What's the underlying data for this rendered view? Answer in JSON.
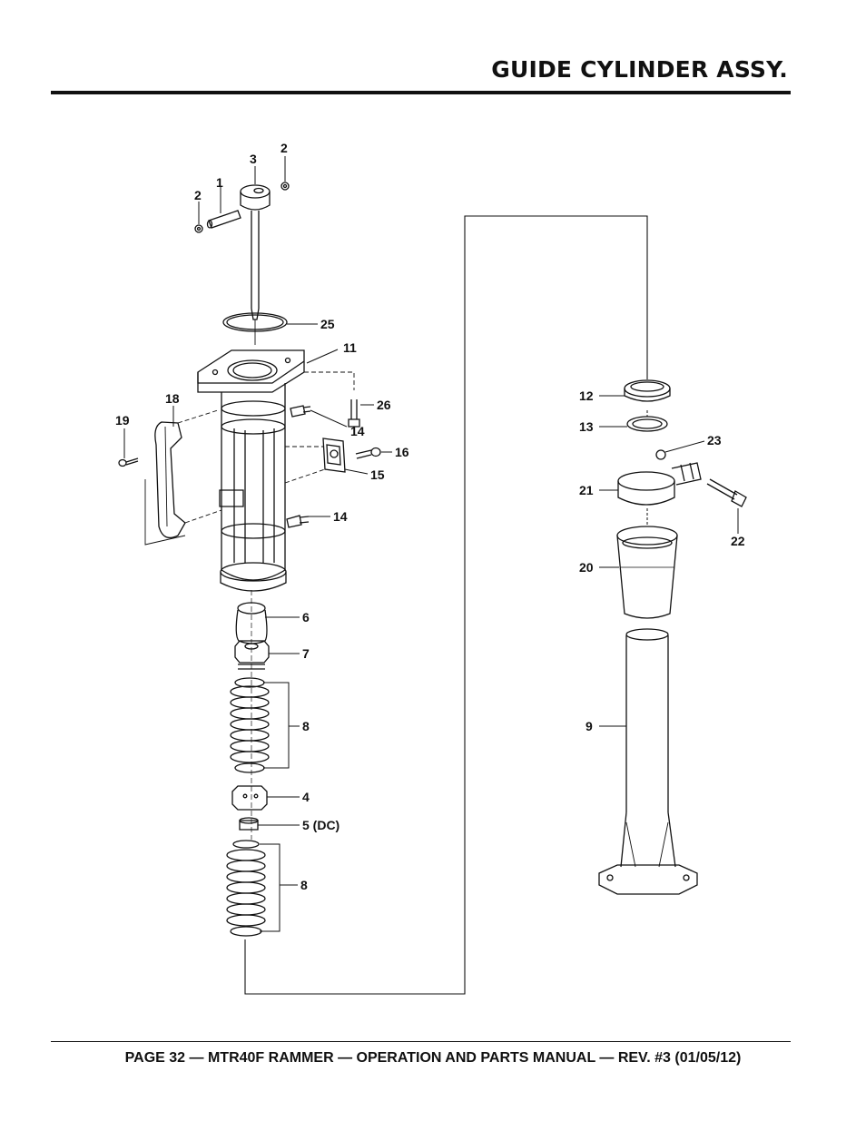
{
  "header": {
    "title": "GUIDE CYLINDER ASSY."
  },
  "footer": {
    "text": "PAGE 32 — MTR40F RAMMER — OPERATION AND PARTS MANUAL — REV. #3 (01/05/12)"
  },
  "callouts": {
    "p1": "1",
    "p2a": "2",
    "p2b": "2",
    "p3": "3",
    "p4": "4",
    "p5": "5 (DC)",
    "p6": "6",
    "p7": "7",
    "p8a": "8",
    "p8b": "8",
    "p9": "9",
    "p11": "11",
    "p12": "12",
    "p13": "13",
    "p14a": "14",
    "p14b": "14",
    "p15": "15",
    "p16": "16",
    "p18": "18",
    "p19": "19",
    "p20": "20",
    "p21": "21",
    "p22": "22",
    "p23": "23",
    "p25": "25",
    "p26": "26"
  }
}
